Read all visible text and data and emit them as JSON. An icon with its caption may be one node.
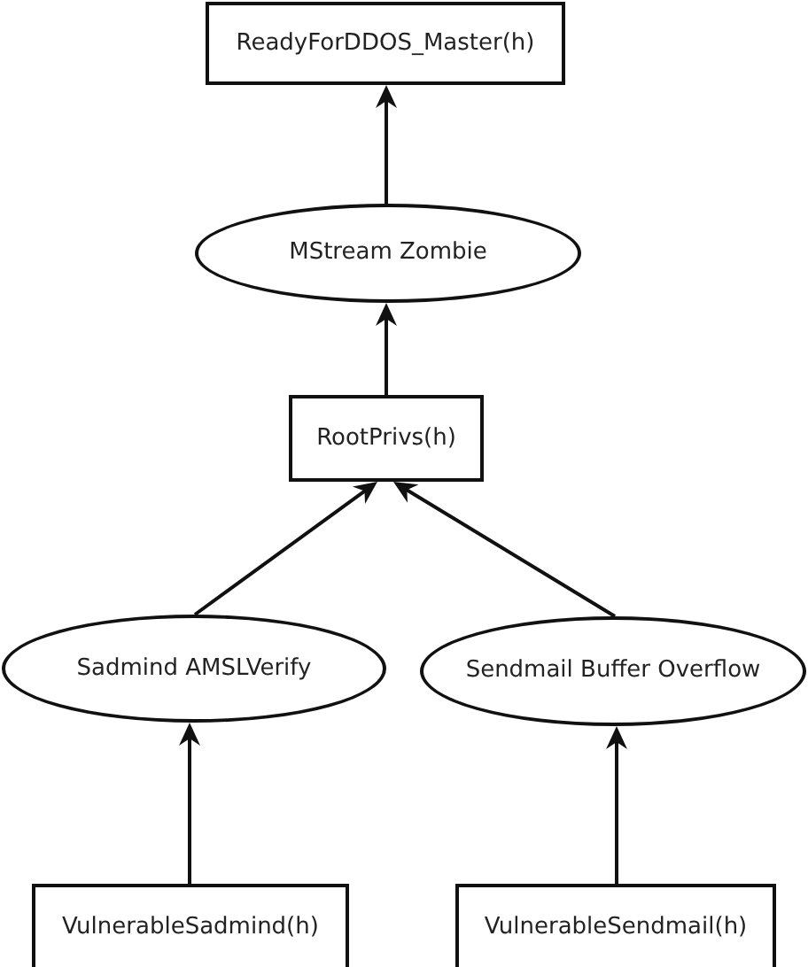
{
  "diagram": {
    "nodes": [
      {
        "text": [
          "ReadyForDDOS_Master(h)"
        ]
      },
      {
        "text": [
          "MStream Zombie"
        ]
      },
      {
        "text": [
          "RootPrivs(h)"
        ]
      },
      {
        "text": [
          "Sadmind AMSLVerify"
        ]
      },
      {
        "text": [
          "Sendmail Buffer Overflow"
        ]
      },
      {
        "text": [
          "VulnerableSadmind(h)"
        ]
      },
      {
        "text": [
          "VulnerableSendmail(h)"
        ]
      }
    ],
    "edges": [
      {
        "from": 1,
        "to": 0,
        "arrow": "to"
      },
      {
        "from": 2,
        "to": 1,
        "arrow": "to"
      },
      {
        "from": 3,
        "to": 2,
        "arrow": "to"
      },
      {
        "from": 4,
        "to": 2,
        "arrow": "to"
      },
      {
        "from": 5,
        "to": 3,
        "arrow": "to"
      },
      {
        "from": 6,
        "to": 4,
        "arrow": "to"
      }
    ]
  }
}
